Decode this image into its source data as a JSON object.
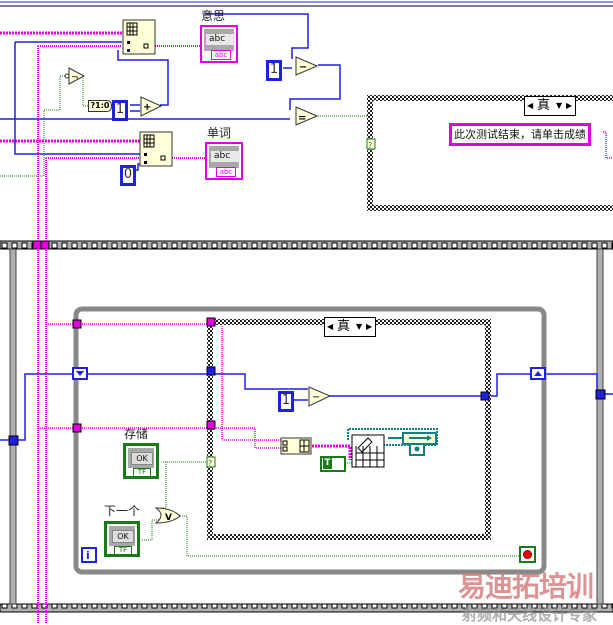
{
  "diagram": {
    "type": "LabVIEW block diagram",
    "labels": {
      "meaning_indicator": "意思",
      "word_indicator": "单词",
      "save_button": "存储",
      "next_button": "下一个"
    },
    "indicators": {
      "string_placeholder": "abc",
      "string_type_tag": "abc"
    },
    "constants": {
      "one_a": "1",
      "one_b": "1",
      "one_c": "1",
      "zero": "0",
      "bool_to_int": "?1:0",
      "true_constant": "T"
    },
    "case_structures": {
      "outer_case_selector": "真",
      "inner_case_selector": "真"
    },
    "string_constant": "此次测试结束，请单击成绩",
    "buttons": {
      "ok_label": "OK",
      "bool_tag": "TF"
    },
    "selector_terminal": "?",
    "iteration_terminal": "i",
    "operators": {
      "subtract": "−",
      "add": "+",
      "equal": "=",
      "not": "¬",
      "or": "V"
    }
  },
  "watermark": {
    "title": "易迪拓培训",
    "subtitle": "射频和天线设计专家"
  },
  "colors": {
    "wire_numeric": "#1f1fe0",
    "wire_string": "#e000e0",
    "wire_boolean": "#1a7a1a",
    "wire_refnum": "#108080",
    "node_fill": "#ffffd8",
    "structure_gray": "#888888"
  }
}
